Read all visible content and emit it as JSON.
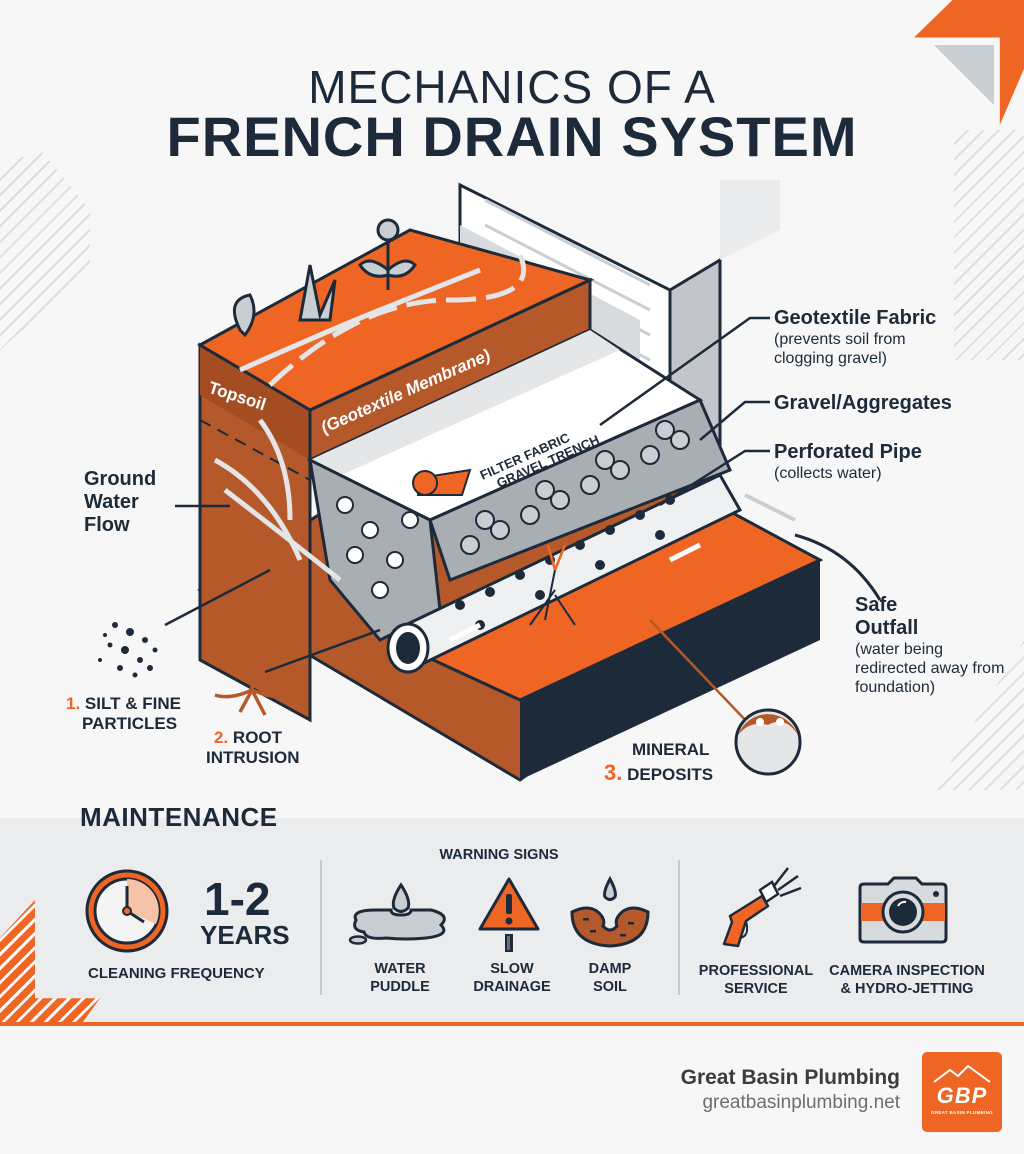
{
  "title": {
    "line1": "MECHANICS OF A",
    "line2": "FRENCH DRAIN SYSTEM"
  },
  "diagram": {
    "layers": {
      "topsoil": "Topsoil",
      "membrane": "(Geotextile Membrane)",
      "trench_line1": "FILTER FABRIC",
      "trench_line2": "GRAVEL TRENCH"
    },
    "callouts": {
      "geotextile": {
        "title": "Geotextile Fabric",
        "sub": "(prevents soil from clogging gravel)"
      },
      "gravel": {
        "title": "Gravel/Aggregates"
      },
      "pipe": {
        "title": "Perforated Pipe",
        "sub": "(collects water)"
      },
      "outfall": {
        "title_1": "Safe",
        "title_2": "Outfall",
        "sub": "(water being redirected away from foundation)"
      },
      "groundwater": {
        "line1": "Ground",
        "line2": "Water",
        "line3": "Flow"
      }
    },
    "issues": [
      {
        "num": "1.",
        "line1": "SILT & FINE",
        "line2": "PARTICLES",
        "icon": "particles-icon"
      },
      {
        "num": "2.",
        "line1": "ROOT",
        "line2": "INTRUSION",
        "icon": "roots-icon"
      },
      {
        "num": "3.",
        "line1": "MINERAL",
        "line2": "DEPOSITS",
        "icon": "mineral-deposit-icon"
      }
    ]
  },
  "maintenance": {
    "title": "MAINTENANCE",
    "frequency": {
      "value": "1-2",
      "unit": "YEARS",
      "label": "CLEANING FREQUENCY",
      "icon": "clock-icon"
    },
    "warning_title": "WARNING SIGNS",
    "warnings": [
      {
        "line1": "WATER",
        "line2": "PUDDLE",
        "icon": "water-puddle-icon"
      },
      {
        "line1": "SLOW",
        "line2": "DRAINAGE",
        "icon": "warning-sign-icon"
      },
      {
        "line1": "DAMP",
        "line2": "SOIL",
        "icon": "damp-soil-icon"
      }
    ],
    "services": [
      {
        "line1": "PROFESSIONAL",
        "line2": "SERVICE",
        "icon": "pressure-washer-icon"
      },
      {
        "line1": "CAMERA INSPECTION",
        "line2": "& HYDRO-JETTING",
        "icon": "camera-icon"
      }
    ]
  },
  "footer": {
    "brand": "Great Basin Plumbing",
    "url": "greatbasinplumbing.net",
    "logo_text": "GBP",
    "logo_sub": "GREAT BASIN PLUMBING"
  },
  "colors": {
    "orange": "#ef6524",
    "rust": "#b5582a",
    "navy": "#1c2a3a",
    "gray": "#c9ced3",
    "light_gray": "#ebeced"
  }
}
